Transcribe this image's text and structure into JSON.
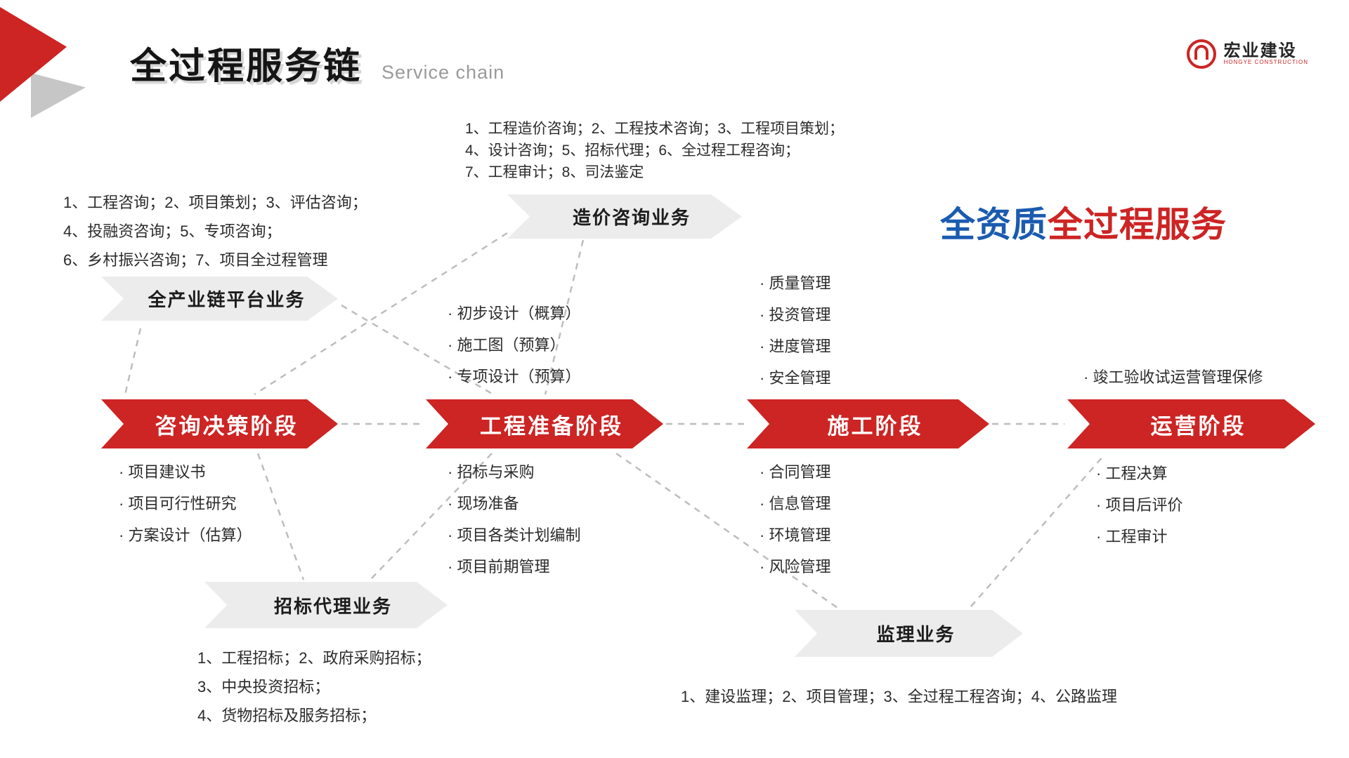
{
  "colors": {
    "red": "#cd2424",
    "blue": "#1b5bb0",
    "banner": "#ececec",
    "dash": "#bdbdbd"
  },
  "header": {
    "title": "全过程服务链",
    "subtitle": "Service chain",
    "logo_name": "宏业建设",
    "logo_sub": "HONGYE CONSTRUCTION"
  },
  "headline": {
    "blue": "全资质",
    "red": "全过程服务"
  },
  "stages": [
    {
      "label": "咨询决策阶段"
    },
    {
      "label": "工程准备阶段"
    },
    {
      "label": "施工阶段"
    },
    {
      "label": "运营阶段"
    }
  ],
  "banners": {
    "cost": "造价咨询业务",
    "platform": "全产业链平台业务",
    "bidding": "招标代理业务",
    "supervision": "监理业务"
  },
  "notes": {
    "cost_lines": [
      "1、工程造价咨询；2、工程技术咨询；3、工程项目策划；",
      "4、设计咨询；5、招标代理；6、全过程工程咨询；",
      "7、工程审计；8、司法鉴定"
    ],
    "platform_lines": [
      "1、工程咨询；2、项目策划；3、评估咨询；",
      "4、投融资咨询；5、专项咨询；",
      "6、乡村振兴咨询；7、项目全过程管理"
    ],
    "bidding_lines": [
      "1、工程招标；2、政府采购招标；",
      "3、中央投资招标；",
      "4、货物招标及服务招标；"
    ],
    "supervision_line": "1、建设监理；2、项目管理；3、全过程工程咨询；4、公路监理"
  },
  "lists": {
    "prep_above": [
      "· 初步设计（概算）",
      "· 施工图（预算）",
      "· 专项设计（预算）"
    ],
    "construction_above": [
      "· 质量管理",
      "· 投资管理",
      "· 进度管理",
      "· 安全管理"
    ],
    "operation_above": [
      "· 竣工验收试运营管理保修"
    ],
    "consult_below": [
      "· 项目建议书",
      "· 项目可行性研究",
      "· 方案设计（估算）"
    ],
    "prep_below": [
      "· 招标与采购",
      "· 现场准备",
      "· 项目各类计划编制",
      "· 项目前期管理"
    ],
    "construction_below": [
      "· 合同管理",
      "· 信息管理",
      "· 环境管理",
      "· 风险管理"
    ],
    "operation_below": [
      "· 工程决算",
      "· 项目后评价",
      "· 工程审计"
    ]
  }
}
